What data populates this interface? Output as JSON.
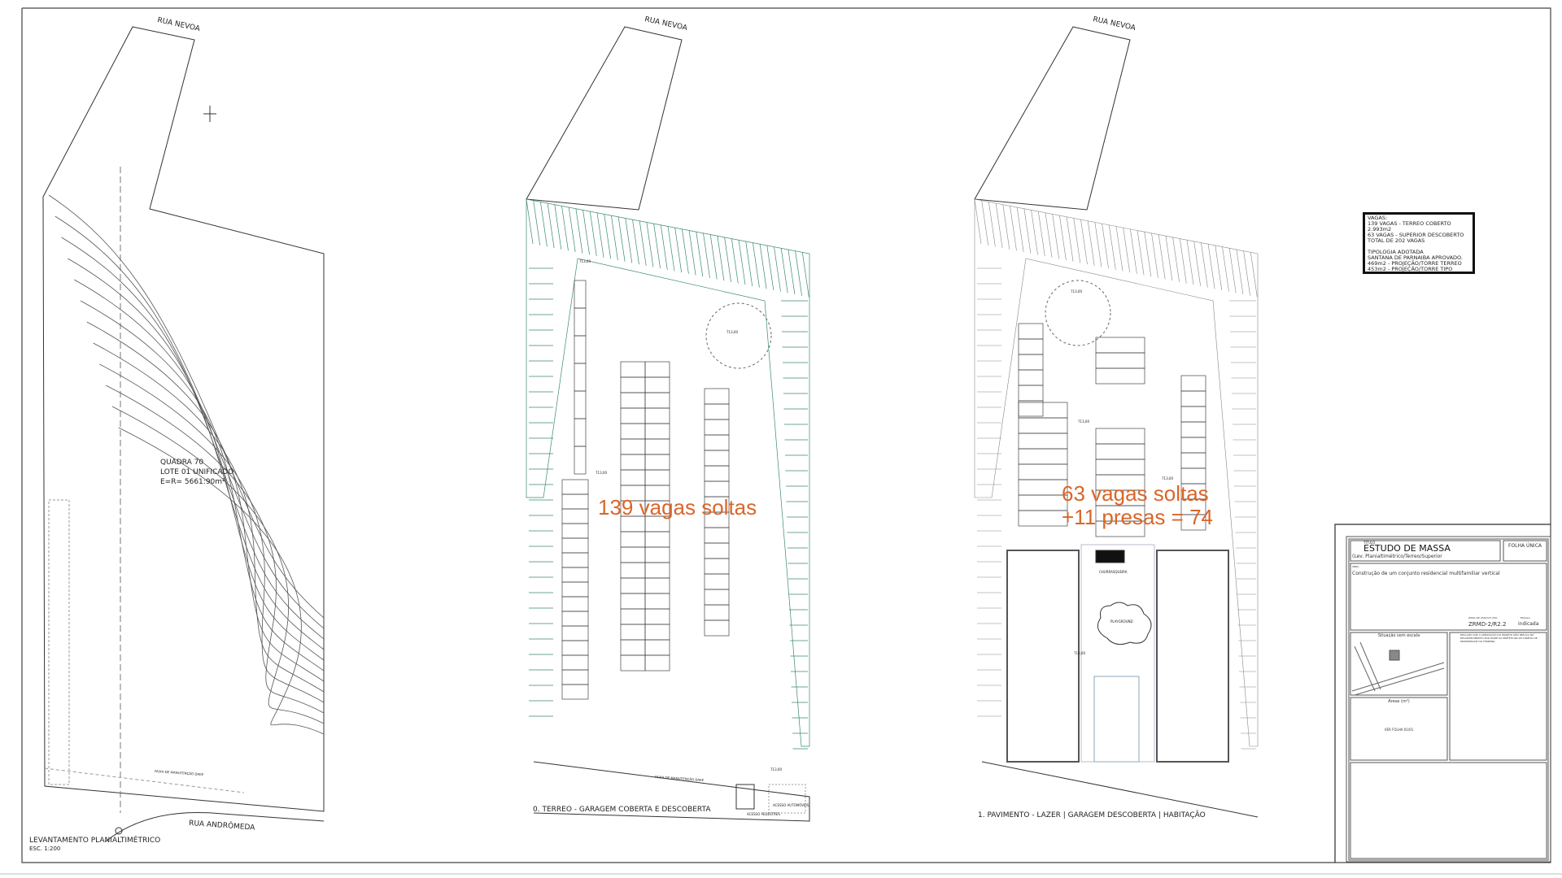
{
  "survey_plan": {
    "street_top": "RUA NEVOA",
    "street_bottom": "RUA ANDRÔMEDA",
    "lot_label": [
      "QUADRA 70",
      "LOTE 01 UNIFICADO",
      "E=R= 5661:90m²"
    ],
    "title": "LEVANTAMENTO PLANIALTIMÉTRICO",
    "scale": "ESC. 1:200",
    "maintenance_strip": "FAIXA DE MANUTENÇÃO DAEE"
  },
  "ground_floor_plan": {
    "street_top": "RUA NEVOA",
    "parking_note": "139 vagas soltas",
    "title": "0. TERREO - GARAGEM COBERTA E DESCOBERTA",
    "maintenance_strip": "FAIXA DE MANUTENÇÃO DAEE",
    "pedestrian_access": "ACESSO PEDESTRES",
    "vehicle_access": "ACESSO AUTOMÓVEIS",
    "levels": [
      "713,00",
      "713,00",
      "713,00",
      "713,00"
    ]
  },
  "first_floor_plan": {
    "street_top": "RUA NEVOA",
    "parking_note_line1": "63 vagas soltas",
    "parking_note_line2": "+11 presas = 74",
    "title": "1. PAVIMENTO - LAZER | GARAGEM DESCOBERTA | HABITAÇÃO",
    "barbecue": "CHURRASQUEIRA",
    "playground": "PLAYGROUND",
    "levels": [
      "713,00",
      "713,00",
      "713,00",
      "713,00"
    ]
  },
  "parking_summary": {
    "heading": "VAGAS:",
    "lines": [
      "139 VAGAS - TERREO COBERTO 2.993m2",
      "63 VAGAS - SUPERIOR DESCOBERTO",
      "TOTAL DE 202 VAGAS"
    ],
    "typology_heading": "TIPOLOGIA ADOTADA",
    "typology": "SANTANA DE PARNAIBA APROVADO.",
    "projections": [
      "469m2 - PROJEÇÃO/TORRE TERREO",
      "453m2 - PROJEÇÃO/TORRE TIPO"
    ]
  },
  "title_block": {
    "title_label": "TÍTULO",
    "title": "ESTUDO DE MASSA",
    "subtitle": "(Lev. Planialtimétrico/Terreo/Superior",
    "sheet": "FOLHA ÚNICA",
    "work_label": "OBRA",
    "work": "Construção de um conjunto residencial multifamiliar vertical",
    "zone_label": "ZONA DE USO/CAT USO",
    "zone": "ZRMD-2/R2.2",
    "scale_label": "ESCALA",
    "scale": "indicada",
    "situation": "Situação sem escala",
    "areas": "Áreas (m²)",
    "areas_ref": "VER FOLHA 01/01",
    "declaration": "DECLARO QUE A APROVAÇÃO DO PROJETO NÃO IMPLICA NO RECONHECIMENTO POR PARTE DA PREFEITURA DO DIREITO DE PROPRIEDADE DO TERRENO."
  },
  "colors": {
    "annotation": "#d9662a",
    "roof": "#3a8a6a",
    "line": "#333333"
  }
}
